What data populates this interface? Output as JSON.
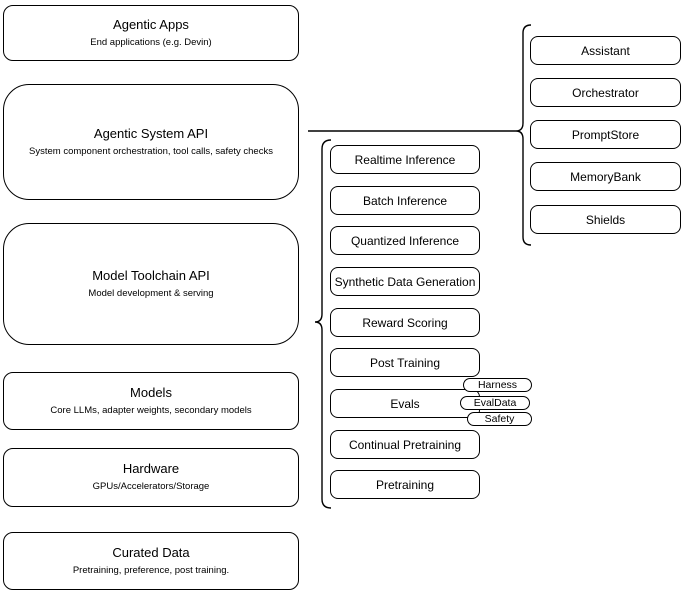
{
  "diagram": {
    "left_stack": [
      {
        "title": "Agentic Apps",
        "subtitle": "End applications (e.g. Devin)"
      },
      {
        "title": "Agentic System API",
        "subtitle": "System component orchestration, tool calls, safety checks"
      },
      {
        "title": "Model Toolchain API",
        "subtitle": "Model development & serving"
      },
      {
        "title": "Models",
        "subtitle": "Core LLMs, adapter weights, secondary models"
      },
      {
        "title": "Hardware",
        "subtitle": "GPUs/Accelerators/Storage"
      },
      {
        "title": "Curated Data",
        "subtitle": "Pretraining, preference, post training."
      }
    ],
    "toolchain_items": [
      "Realtime Inference",
      "Batch Inference",
      "Quantized Inference",
      "Synthetic Data Generation",
      "Reward Scoring",
      "Post Training",
      "Evals",
      "Continual Pretraining",
      "Pretraining"
    ],
    "evals_badges": [
      "Harness",
      "EvalData",
      "Safety"
    ],
    "system_items": [
      "Assistant",
      "Orchestrator",
      "PromptStore",
      "MemoryBank",
      "Shields"
    ],
    "colors": {
      "stroke": "#000000",
      "fill": "#ffffff",
      "text": "#000000"
    }
  }
}
